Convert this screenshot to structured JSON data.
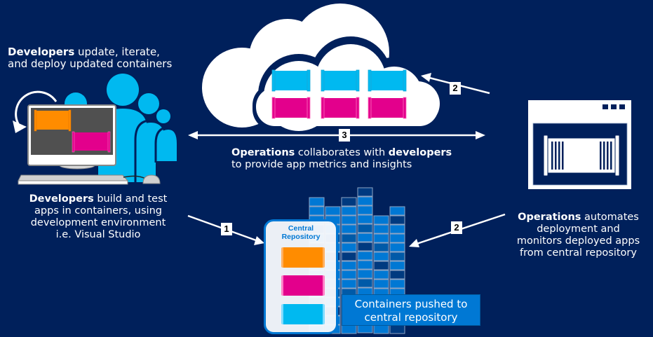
{
  "colors": {
    "background": "#00205b",
    "cyan": "#00b9f0",
    "magenta": "#e3008c",
    "orange": "#ff8c00",
    "accent_blue": "#0078d4",
    "screen_gray": "#505050"
  },
  "top_left_caption": {
    "bold": "Developers",
    "rest_line1": " update, iterate,",
    "line2": "and deploy updated containers"
  },
  "bottom_left_caption": {
    "bold": "Developers",
    "rest_line1": " build and test",
    "line2": "apps in containers, using",
    "line3": "development environment",
    "line4": "i.e. Visual Studio"
  },
  "center_caption": {
    "bold1": "Operations",
    "mid": " collaborates with ",
    "bold2": "developers",
    "line2": "to provide app metrics and insights"
  },
  "right_caption": {
    "bold": "Operations",
    "rest_line1": " automates",
    "line2": "deployment and",
    "line3": "monitors deployed apps",
    "line4": "from central repository"
  },
  "central_repository": {
    "title_line1": "Central",
    "title_line2": "Repository",
    "containers": [
      "orange",
      "magenta",
      "cyan"
    ]
  },
  "pushed_label": {
    "line1": "Containers pushed to",
    "line2": "central repository"
  },
  "badges": {
    "step1": "1",
    "step2_top": "2",
    "step2_bottom": "2",
    "step3": "3"
  },
  "cloud_containers": {
    "top_row": [
      "cyan",
      "cyan",
      "cyan"
    ],
    "bottom_row": [
      "magenta",
      "magenta",
      "magenta"
    ]
  },
  "icons": {
    "cloud": "cloud-icon",
    "developers": "people-icon",
    "workstation": "computer-icon",
    "refresh": "circular-arrow-icon",
    "operations_window": "app-window-icon",
    "datacenter": "server-rack-icon"
  }
}
